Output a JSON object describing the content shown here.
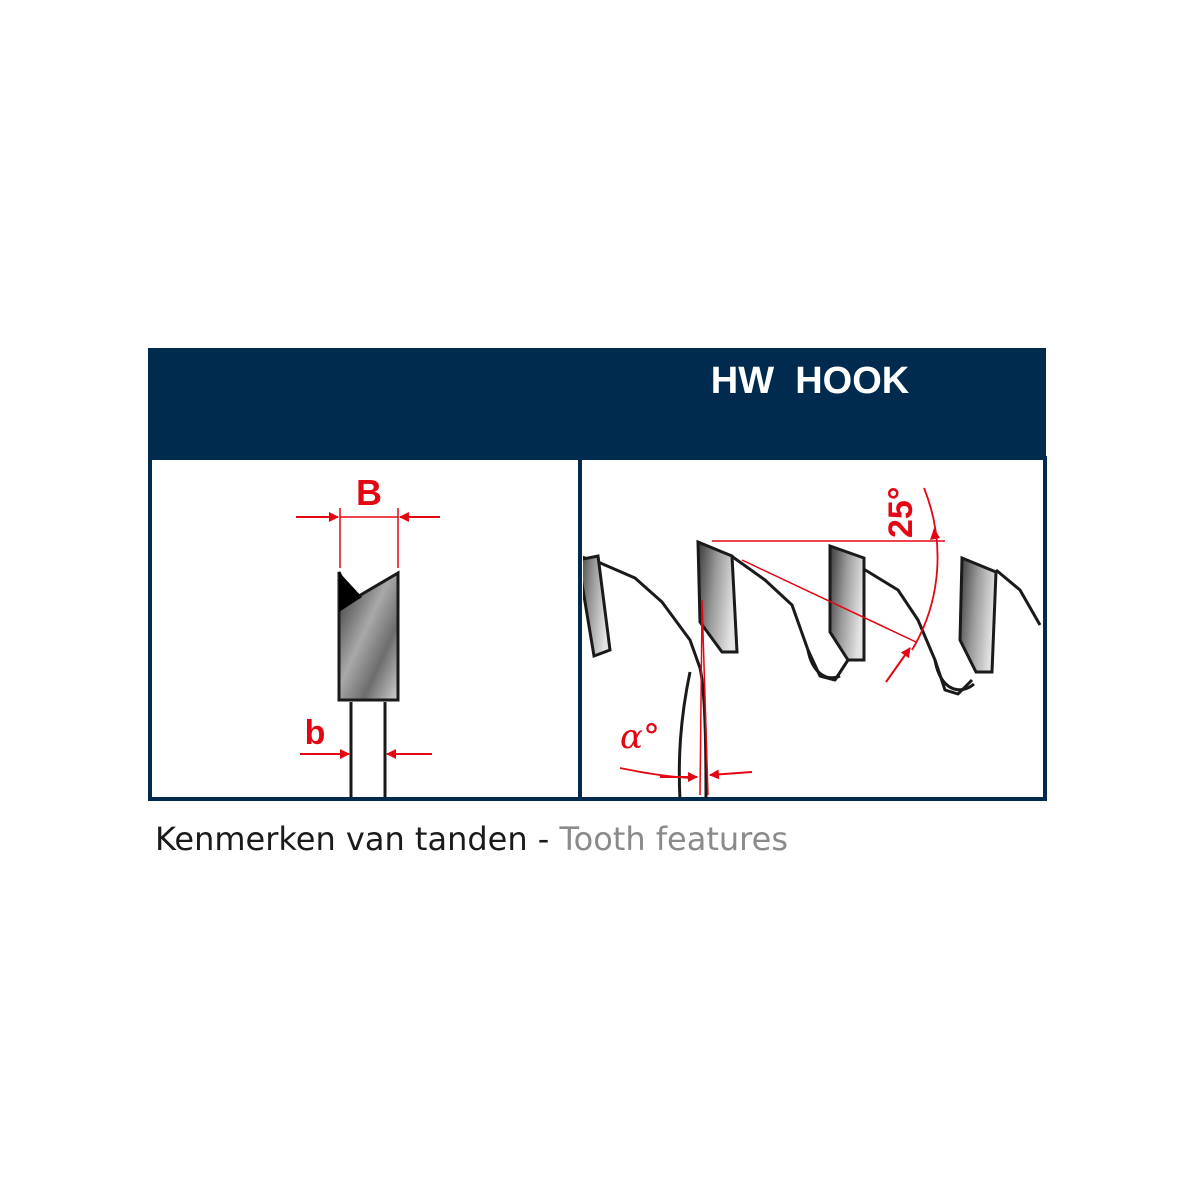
{
  "header": {
    "title": "HW  HOOK"
  },
  "left_panel": {
    "label_B": "B",
    "label_b": "b"
  },
  "right_panel": {
    "label_angle": "25°",
    "label_alpha": "α°"
  },
  "caption": {
    "dutch": "Kenmerken van tanden",
    "separator": " - ",
    "english": "Tooth features"
  },
  "colors": {
    "header": "#002a4e",
    "accent": "#e30613",
    "frame": "#002a4e",
    "outline": "#1a1a1a"
  },
  "icons": [
    "tooth-width-diagram-icon",
    "saw-blade-teeth-diagram-icon",
    "steel-tooth-icon"
  ]
}
